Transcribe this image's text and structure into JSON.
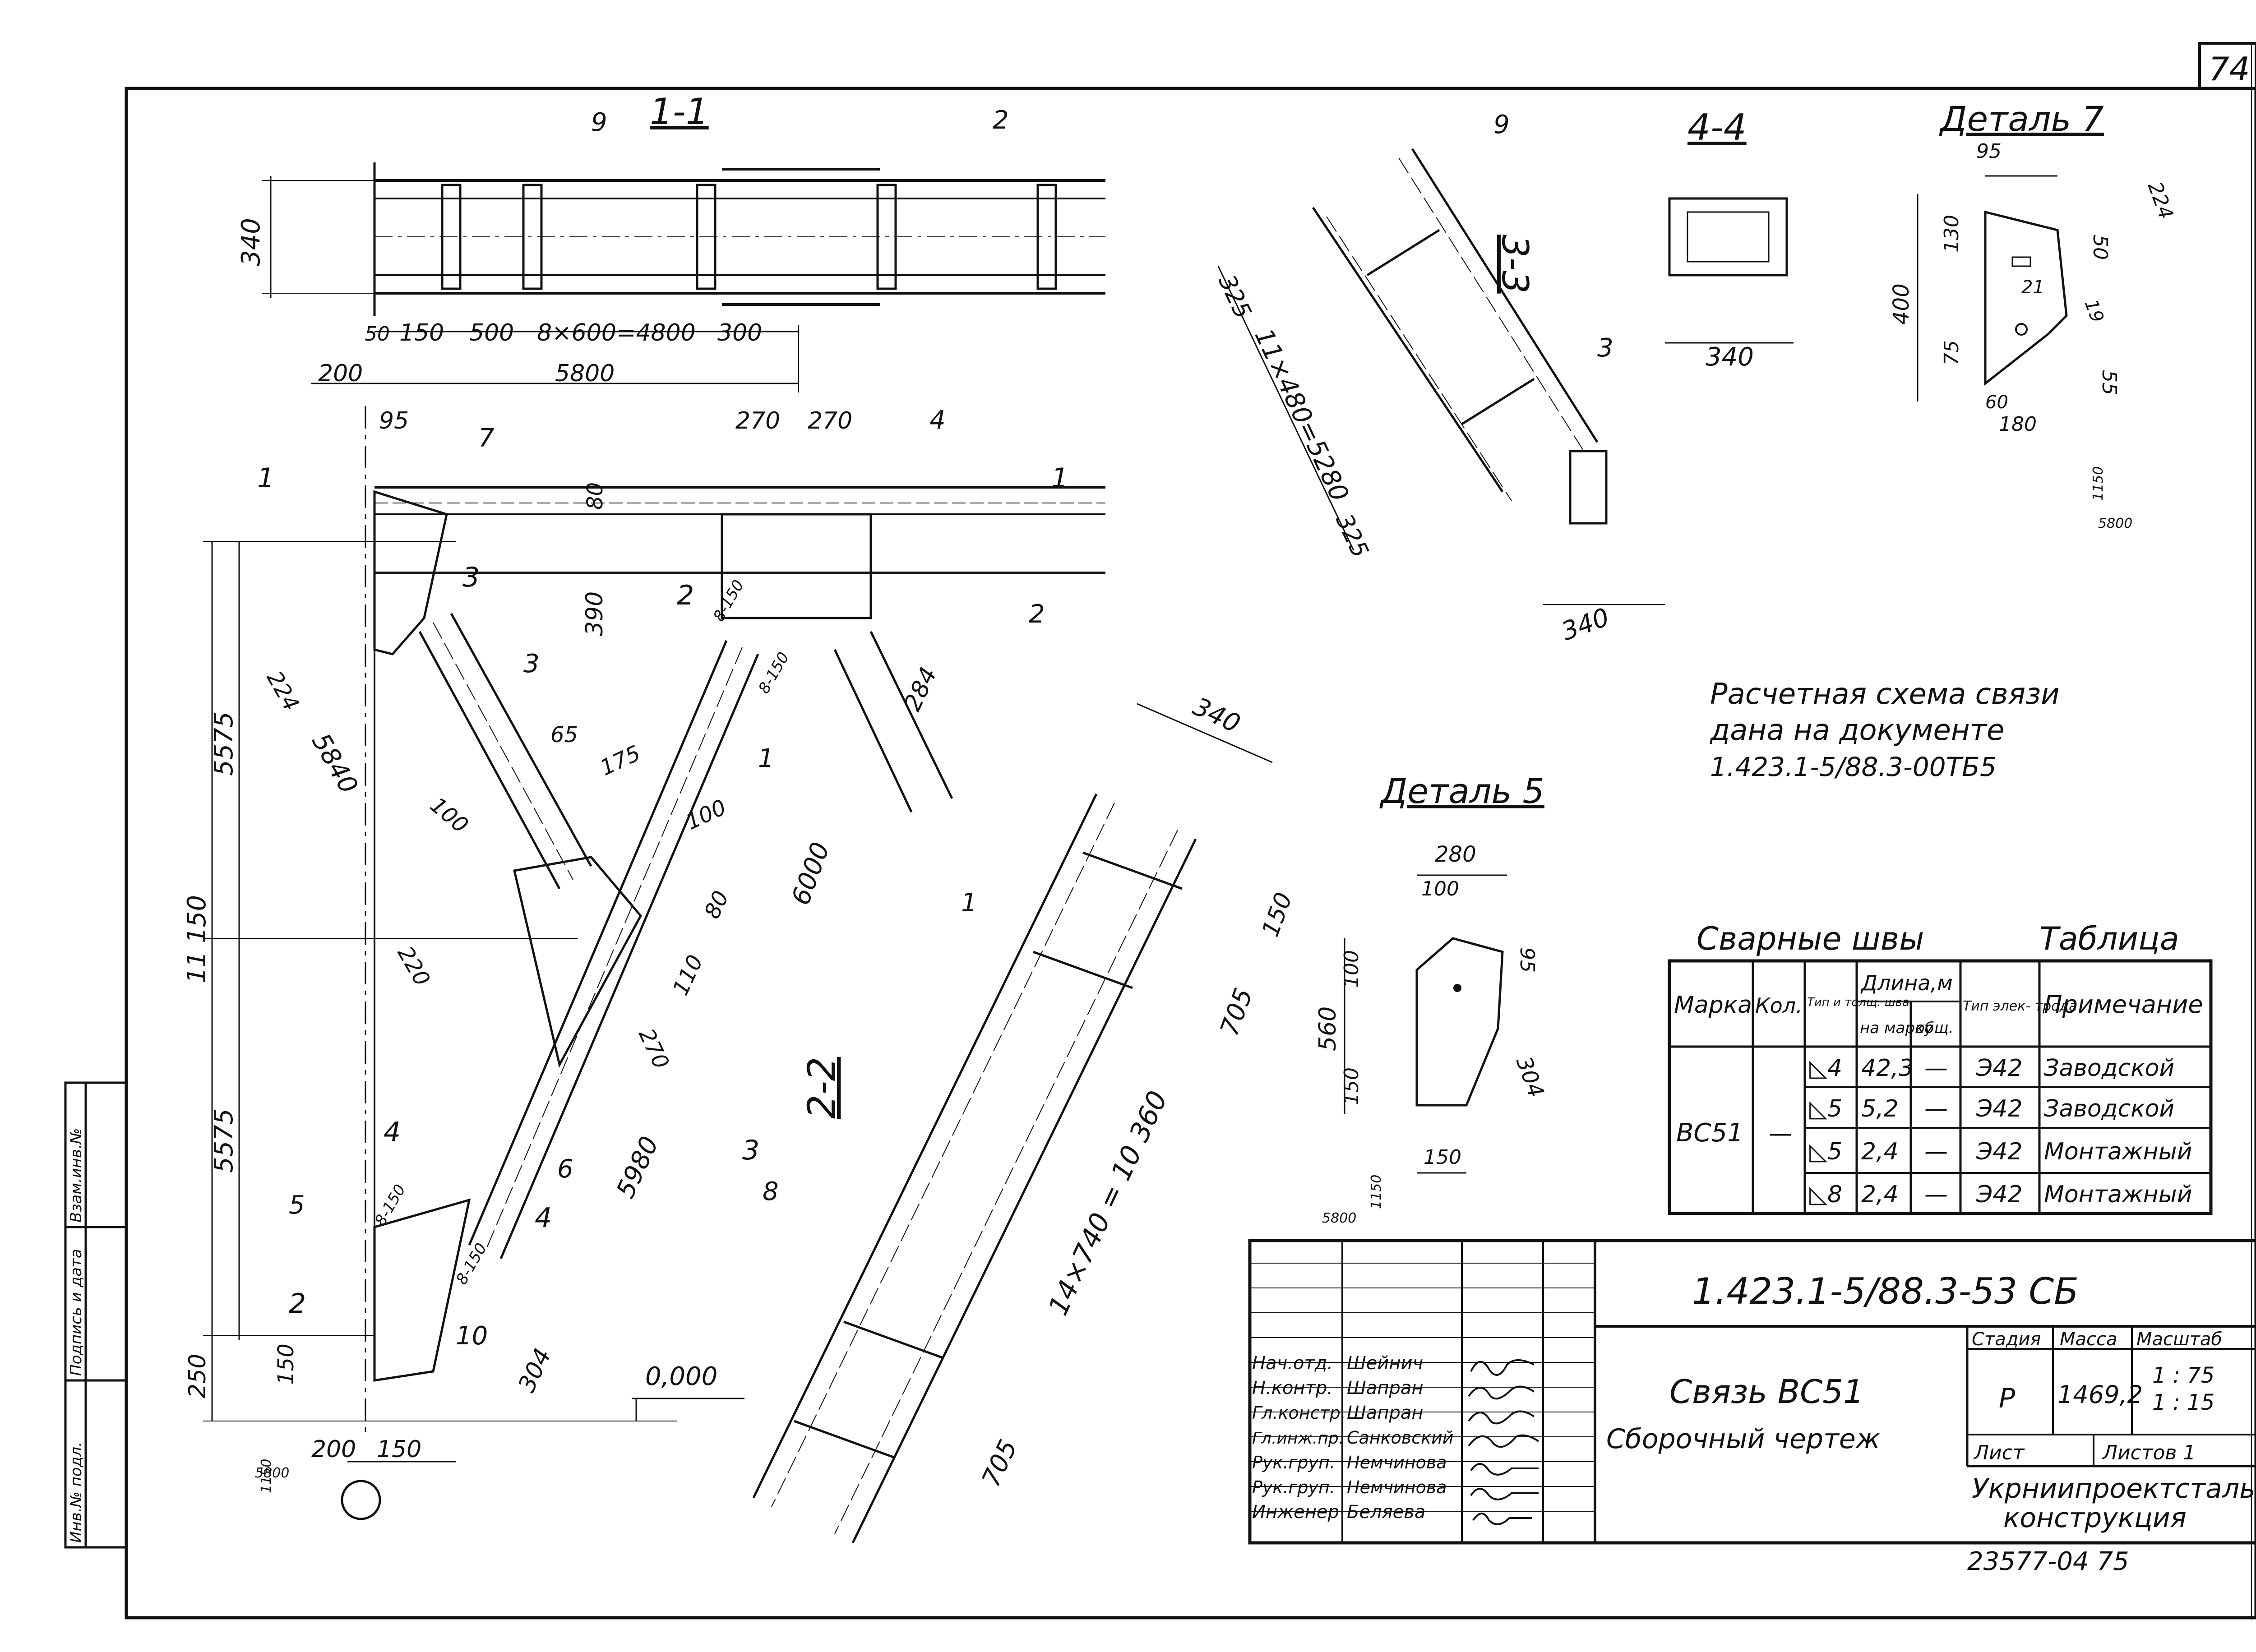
{
  "sheet": {
    "page_number": "74",
    "bottom_ref": "23577-04   75"
  },
  "views": {
    "section_1_1": {
      "title": "1-1",
      "dims": {
        "height": "340",
        "d50": "50",
        "d150": "150",
        "d500": "500",
        "d_mid": "8×600=4800",
        "d300": "300",
        "d200": "200",
        "total": "5800"
      },
      "markers": [
        "9",
        "2",
        "4"
      ]
    },
    "section_2_2": {
      "title": "2-2",
      "dims": {
        "d340": "340",
        "d150": "150",
        "d705_top": "705",
        "d_mid": "14×740 = 10 360",
        "d705_bot": "705"
      },
      "markers": [
        "1",
        "8"
      ]
    },
    "section_3_3": {
      "title": "3-3",
      "dims": {
        "d325_top": "325",
        "d_mid": "11×480=5280",
        "d325_bot": "325",
        "d340": "340"
      },
      "markers": [
        "9",
        "3"
      ]
    },
    "section_4_4": {
      "title": "4-4",
      "dims": {
        "d340": "340"
      }
    },
    "detail_7": {
      "title": "Деталь 7",
      "dims": {
        "d95": "95",
        "d224": "224",
        "d130": "130",
        "d50": "50",
        "d400": "400",
        "d21": "21",
        "d19": "19",
        "d75": "75",
        "d55": "55",
        "d60": "60",
        "d180": "180",
        "slope_top": "1150",
        "slope_bot": "5800"
      }
    },
    "detail_5": {
      "title": "Деталь 5",
      "dims": {
        "d280": "280",
        "d100": "100",
        "d95": "95",
        "d560": "560",
        "d100b": "100",
        "d150": "150",
        "d304": "304",
        "d150b": "150",
        "slope_top": "1150",
        "slope_bot": "5800"
      }
    },
    "main": {
      "dims": {
        "d95": "95",
        "d270a": "270",
        "d270b": "270",
        "d80": "80",
        "d390": "390",
        "d224": "224",
        "d5575a": "5575",
        "d5840": "5840",
        "d11150": "11 150",
        "d5575b": "5575",
        "d250": "250",
        "d150": "150",
        "d200": "200",
        "d150b": "150",
        "d284": "284",
        "d6000": "6000",
        "d65": "65",
        "d175": "175",
        "d100a": "100",
        "d100b": "100",
        "d80b": "80",
        "d220": "220",
        "d110": "110",
        "d270c": "270",
        "d5980": "5980",
        "d304": "304",
        "weld1": "8-150",
        "weld2": "8-150",
        "weld3": "8-150",
        "weld4": "8-150",
        "slope_top": "1150",
        "slope_bot": "5800",
        "level": "0,000"
      },
      "markers": [
        "7",
        "4",
        "2",
        "3",
        "1",
        "6",
        "5",
        "10"
      ],
      "cut_labels": [
        "1",
        "1",
        "2",
        "3",
        "3",
        "4",
        "4",
        "2"
      ]
    }
  },
  "note": {
    "line1": "Расчетная схема связи",
    "line2": "дана на документе",
    "line3": "1.423.1-5/88.3-00ТБ5"
  },
  "weld_table": {
    "title_left": "Сварные швы",
    "title_right": "Таблица",
    "headers": {
      "mark": "Марка",
      "qty": "Кол.",
      "type": "Тип и толщ. шва",
      "length": "Длина,м",
      "length_per_mark": "на марку",
      "length_total": "общ.",
      "electrode": "Тип элек- трода",
      "note": "Примечание"
    },
    "mark": "ВС51",
    "qty": "—",
    "rows": [
      {
        "type": "◺4",
        "per_mark": "42,3",
        "total": "—",
        "electrode": "Э42",
        "note": "Заводской"
      },
      {
        "type": "◺5",
        "per_mark": "5,2",
        "total": "—",
        "electrode": "Э42",
        "note": "Заводской"
      },
      {
        "type": "◺5",
        "per_mark": "2,4",
        "total": "—",
        "electrode": "Э42",
        "note": "Монтажный"
      },
      {
        "type": "◺8",
        "per_mark": "2,4",
        "total": "—",
        "electrode": "Э42",
        "note": "Монтажный"
      }
    ]
  },
  "title_block": {
    "doc_code": "1.423.1-5/88.3-53 СБ",
    "name_line1": "Связь ВС51",
    "name_line2": "Сборочный чертеж",
    "stage_label": "Стадия",
    "mass_label": "Масса",
    "scale_label": "Масштаб",
    "stage": "Р",
    "mass": "1469,2",
    "scale1": "1 : 75",
    "scale2": "1 : 15",
    "sheet_label": "Лист",
    "sheets_label": "Листов 1",
    "org_line1": "Укрниипроектсталь-",
    "org_line2": "конструкция",
    "staff": [
      {
        "role": "Нач.отд.",
        "name": "Шейнич"
      },
      {
        "role": "Н.контр.",
        "name": "Шапран"
      },
      {
        "role": "Гл.констр.",
        "name": "Шапран"
      },
      {
        "role": "Гл.инж.пр.",
        "name": "Санковский"
      },
      {
        "role": "Рук.груп.",
        "name": "Немчинова"
      },
      {
        "role": "Рук.груп.",
        "name": "Немчинова"
      },
      {
        "role": "Инженер",
        "name": "Беляева"
      }
    ]
  },
  "side_stamp": {
    "c1": "Инв.№ подл.",
    "c2": "Подпись и дата",
    "c3": "Взам.инв.№"
  }
}
